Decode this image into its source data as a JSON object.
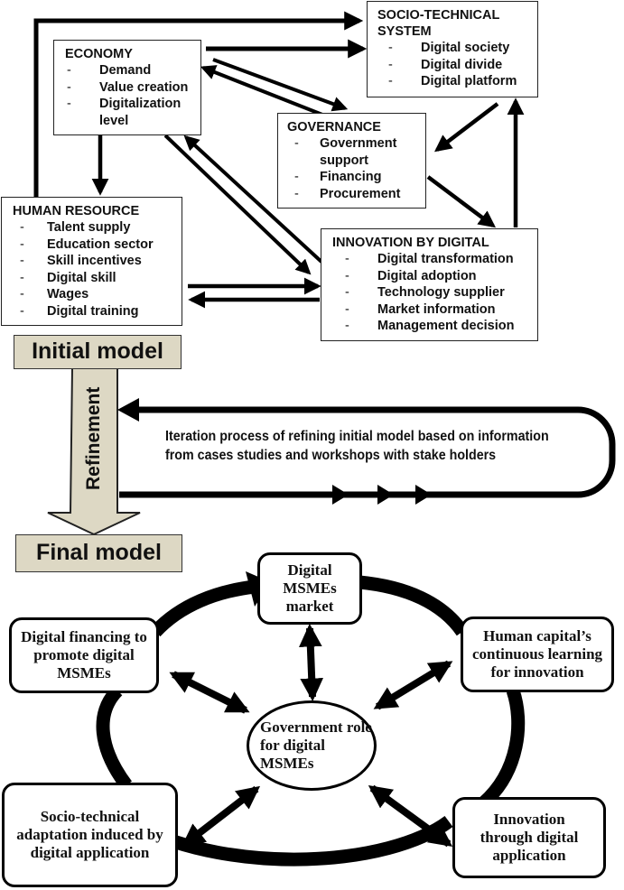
{
  "initial_model": {
    "economy": {
      "title": "ECONOMY",
      "items": [
        "Demand",
        "Value creation",
        "Digitalization level"
      ]
    },
    "socio_technical": {
      "title": "SOCIO-TECHNICAL SYSTEM",
      "items": [
        "Digital society",
        "Digital divide",
        "Digital platform"
      ]
    },
    "governance": {
      "title": "GOVERNANCE",
      "items": [
        "Government support",
        "Financing",
        "Procurement"
      ]
    },
    "human_resource": {
      "title": "HUMAN RESOURCE",
      "items": [
        "Talent supply",
        "Education sector",
        "Skill incentives",
        "Digital skill",
        "Wages",
        "Digital training"
      ]
    },
    "innovation": {
      "title": "INNOVATION BY DIGITAL",
      "items": [
        "Digital transformation",
        "Digital adoption",
        "Technology supplier",
        "Market information",
        "Management decision"
      ]
    },
    "dash": "-"
  },
  "labels": {
    "initial_model": "Initial model",
    "refinement": "Refinement",
    "final_model": "Final model",
    "iteration": "Iteration process of refining initial model based on information from cases studies and workshops with stake holders"
  },
  "final_model": {
    "center": "Government role for digital MSMEs",
    "nodes": {
      "market": "Digital MSMEs market",
      "financing": "Digital financing to promote digital MSMEs",
      "human_capital": "Human capital’s continuous learning for innovation",
      "socio_technical": "Socio-technical adaptation induced by digital application",
      "innovation": "Innovation through digital application"
    }
  },
  "colors": {
    "label_fill": "#ddd8c4",
    "line": "#000000"
  }
}
